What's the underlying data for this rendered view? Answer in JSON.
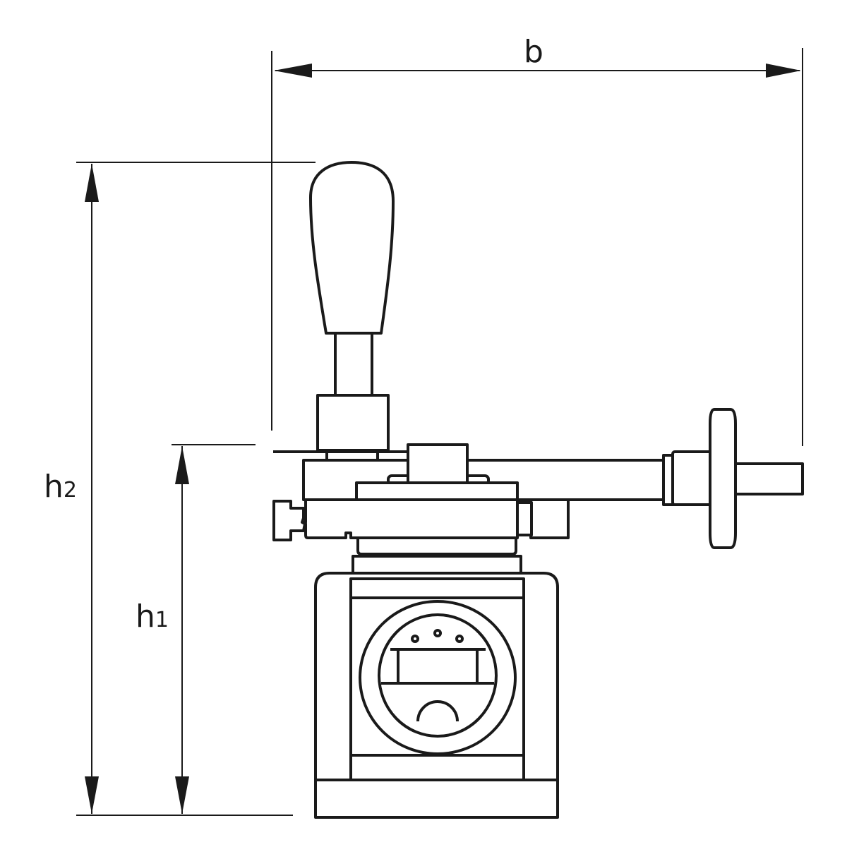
{
  "dimensions": {
    "width_label": "b",
    "height2_label": "h",
    "height2_sub": "2",
    "height1_label": "h",
    "height1_sub": "1"
  },
  "colors": {
    "line": "#1a1a1a",
    "background": "#ffffff"
  }
}
